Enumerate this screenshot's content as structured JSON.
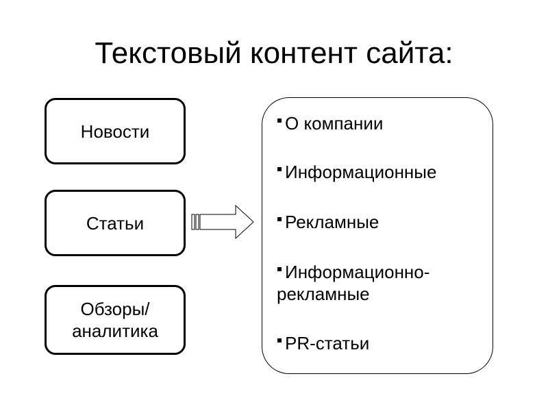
{
  "slide": {
    "title": "Текстовый контент сайта:"
  },
  "left_boxes": [
    {
      "label": "Новости"
    },
    {
      "label": "Статьи"
    },
    {
      "label": "Обзоры/ аналитика"
    }
  ],
  "connector": {
    "icon": "striped-right-arrow-icon"
  },
  "right_box": {
    "items": [
      {
        "text": "О компании"
      },
      {
        "text": "Информационные"
      },
      {
        "text": "Рекламные"
      },
      {
        "text": "Информационно-рекламные"
      },
      {
        "text": "PR-статьи"
      }
    ]
  }
}
